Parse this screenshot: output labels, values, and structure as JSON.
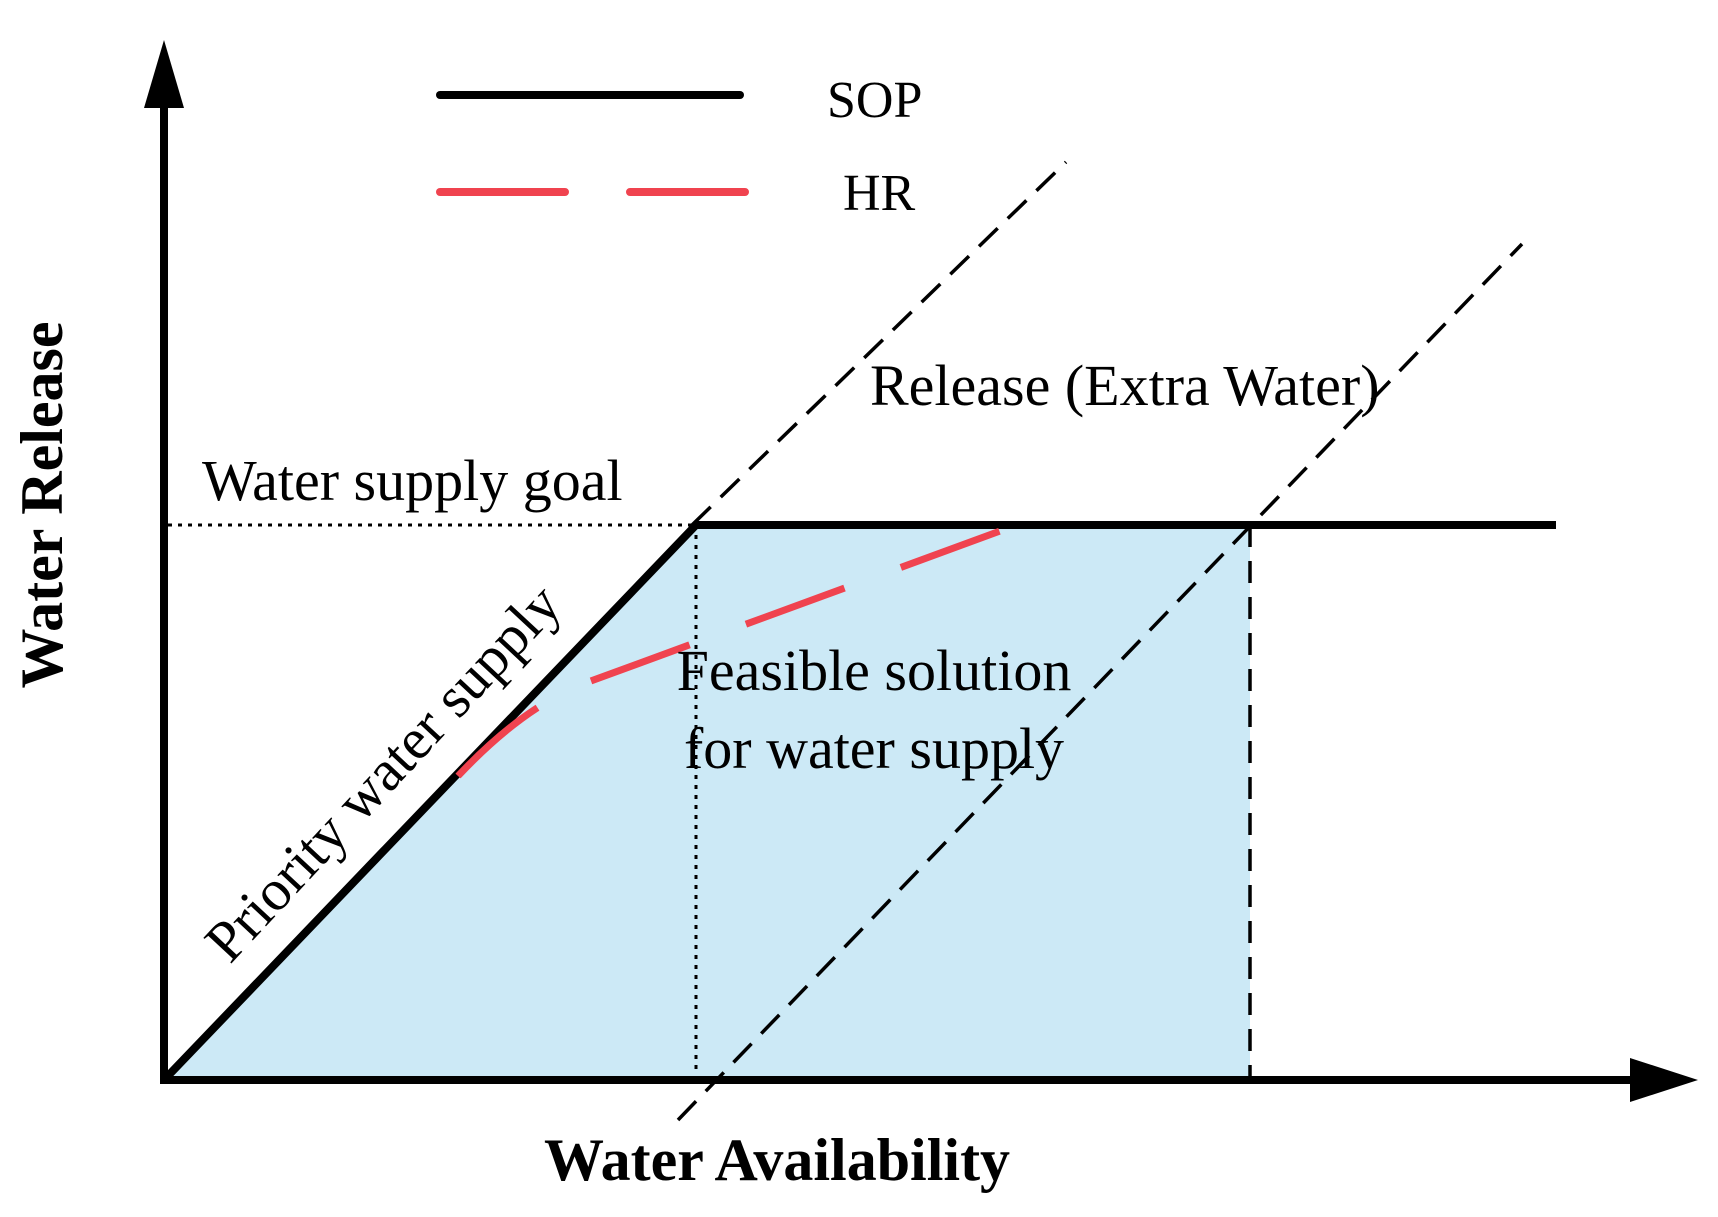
{
  "axes": {
    "x_title": "Water Availability",
    "y_title": "Water Release"
  },
  "legend": {
    "items": [
      {
        "label": "SOP",
        "color": "#000000",
        "style": "solid"
      },
      {
        "label": "HR",
        "color": "#f0434f",
        "style": "dashed"
      }
    ]
  },
  "annotations": {
    "goal": "Water supply goal",
    "priority": "Priority water supply",
    "extra": "Release (Extra Water)",
    "feasible_line1": "Feasible solution",
    "feasible_line2": "for water supply"
  },
  "colors": {
    "feasible_region": "#cce9f6",
    "hedging_rule": "#f0434f",
    "axis": "#000000"
  }
}
